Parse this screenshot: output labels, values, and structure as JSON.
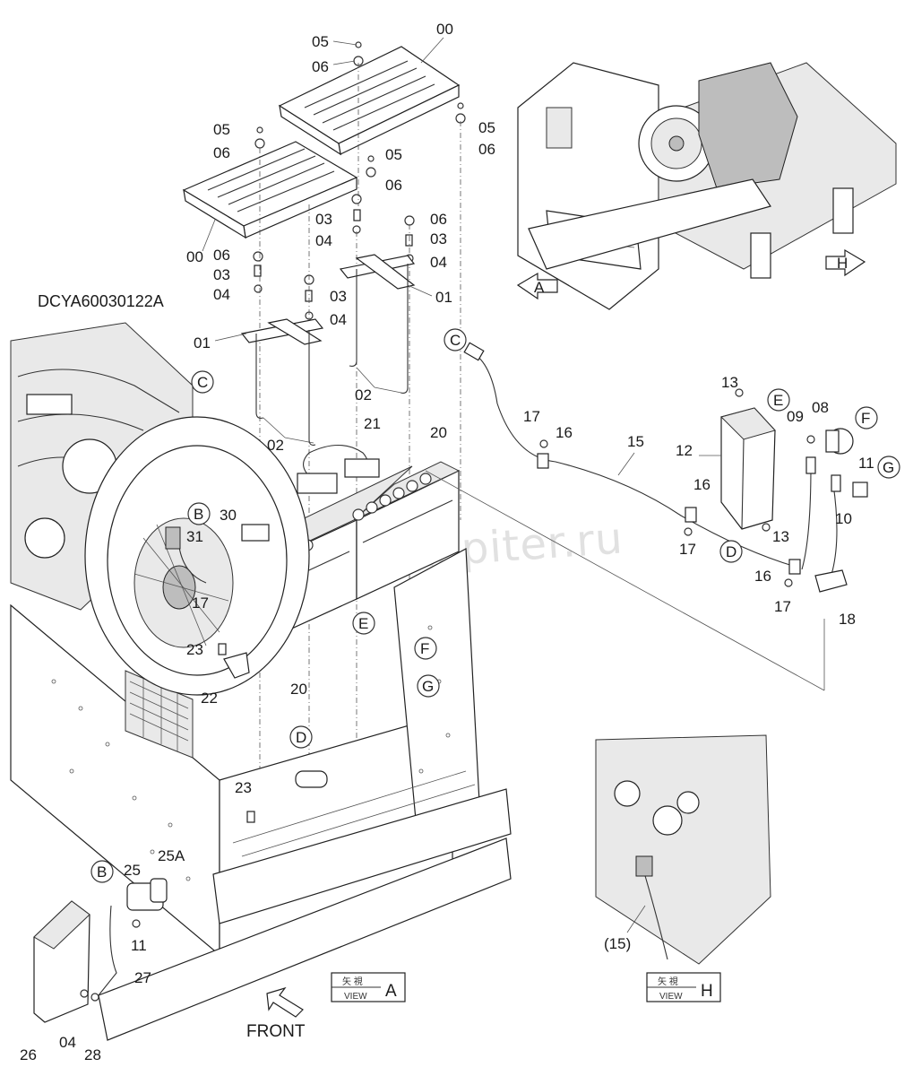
{
  "drawing_code": "DCYA60030122A",
  "watermark": "www.autopiter.ru",
  "front_label": "FRONT",
  "callouts": [
    {
      "id": "c00a",
      "text": "00"
    },
    {
      "id": "c00b",
      "text": "00"
    },
    {
      "id": "c05a",
      "text": "05"
    },
    {
      "id": "c06a",
      "text": "06"
    },
    {
      "id": "c05b",
      "text": "05"
    },
    {
      "id": "c06b",
      "text": "06"
    },
    {
      "id": "c05c",
      "text": "05"
    },
    {
      "id": "c06c",
      "text": "06"
    },
    {
      "id": "c05d",
      "text": "05"
    },
    {
      "id": "c06d",
      "text": "06"
    },
    {
      "id": "c03a",
      "text": "03"
    },
    {
      "id": "c04a",
      "text": "04"
    },
    {
      "id": "c06e",
      "text": "06"
    },
    {
      "id": "c03b",
      "text": "03"
    },
    {
      "id": "c04b",
      "text": "04"
    },
    {
      "id": "c06f",
      "text": "06"
    },
    {
      "id": "c03c",
      "text": "03"
    },
    {
      "id": "c04c",
      "text": "04"
    },
    {
      "id": "c03d",
      "text": "03"
    },
    {
      "id": "c04d",
      "text": "04"
    },
    {
      "id": "c01a",
      "text": "01"
    },
    {
      "id": "c01b",
      "text": "01"
    },
    {
      "id": "c02a",
      "text": "02"
    },
    {
      "id": "c02b",
      "text": "02"
    },
    {
      "id": "c21",
      "text": "21"
    },
    {
      "id": "c20a",
      "text": "20"
    },
    {
      "id": "c20b",
      "text": "20"
    },
    {
      "id": "c30",
      "text": "30"
    },
    {
      "id": "c31",
      "text": "31"
    },
    {
      "id": "c17a",
      "text": "17"
    },
    {
      "id": "c23a",
      "text": "23"
    },
    {
      "id": "c22",
      "text": "22"
    },
    {
      "id": "c23b",
      "text": "23"
    },
    {
      "id": "c25",
      "text": "25"
    },
    {
      "id": "c25a",
      "text": "25A"
    },
    {
      "id": "c11a",
      "text": "11"
    },
    {
      "id": "c27",
      "text": "27"
    },
    {
      "id": "c26",
      "text": "26"
    },
    {
      "id": "c04e",
      "text": "04"
    },
    {
      "id": "c28",
      "text": "28"
    },
    {
      "id": "c17b",
      "text": "17"
    },
    {
      "id": "c16a",
      "text": "16"
    },
    {
      "id": "c15",
      "text": "15"
    },
    {
      "id": "c16b",
      "text": "16"
    },
    {
      "id": "c17c",
      "text": "17"
    },
    {
      "id": "c13a",
      "text": "13"
    },
    {
      "id": "c12",
      "text": "12"
    },
    {
      "id": "c13b",
      "text": "13"
    },
    {
      "id": "c09",
      "text": "09"
    },
    {
      "id": "c08",
      "text": "08"
    },
    {
      "id": "c11b",
      "text": "11"
    },
    {
      "id": "c10",
      "text": "10"
    },
    {
      "id": "c16c",
      "text": "16"
    },
    {
      "id": "c17d",
      "text": "17"
    },
    {
      "id": "c18",
      "text": "18"
    },
    {
      "id": "c15p",
      "text": "(15)"
    }
  ],
  "view_markers": [
    {
      "id": "mC1",
      "text": "C"
    },
    {
      "id": "mC2",
      "text": "C"
    },
    {
      "id": "mB1",
      "text": "B"
    },
    {
      "id": "mB2",
      "text": "B"
    },
    {
      "id": "mE1",
      "text": "E"
    },
    {
      "id": "mE2",
      "text": "E"
    },
    {
      "id": "mF1",
      "text": "F"
    },
    {
      "id": "mF2",
      "text": "F"
    },
    {
      "id": "mG1",
      "text": "G"
    },
    {
      "id": "mG2",
      "text": "G"
    },
    {
      "id": "mD1",
      "text": "D"
    },
    {
      "id": "mD2",
      "text": "D"
    }
  ],
  "view_arrows": [
    {
      "id": "aA",
      "text": "A"
    },
    {
      "id": "aH",
      "text": "H"
    }
  ],
  "view_boxes": [
    {
      "id": "vA",
      "kanji": "矢 視",
      "view": "VIEW",
      "letter": "A"
    },
    {
      "id": "vH",
      "kanji": "矢 視",
      "view": "VIEW",
      "letter": "H"
    }
  ]
}
